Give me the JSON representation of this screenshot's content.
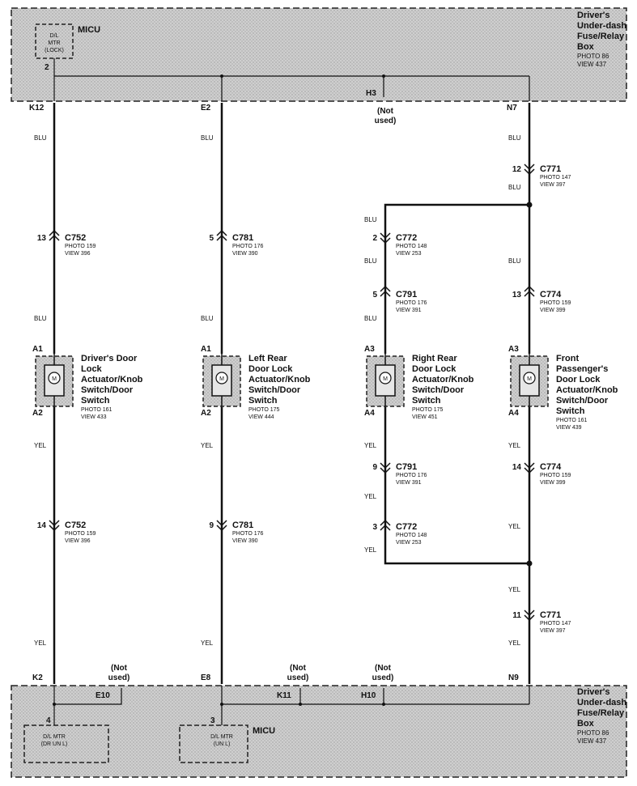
{
  "top_box": {
    "label": "MICU",
    "title_lines": [
      "Driver's",
      "Under-dash",
      "Fuse/Relay",
      "Box"
    ],
    "photo": "PHOTO 86",
    "view": "VIEW 437",
    "component_lines": [
      "D/L",
      "MTR",
      "(LOCK)"
    ],
    "pin": "2"
  },
  "bottom_box": {
    "label": "MICU",
    "title_lines": [
      "Driver's",
      "Under-dash",
      "Fuse/Relay",
      "Box"
    ],
    "photo": "PHOTO 86",
    "view": "VIEW 437",
    "left_component_lines": [
      "D/L MTR",
      "(DR UN L)"
    ],
    "right_component_lines": [
      "D/L MTR",
      "(UN L)"
    ],
    "pin_left": "4",
    "pin_right": "3"
  },
  "top_terminals": [
    {
      "id": "K12"
    },
    {
      "id": "E2"
    },
    {
      "id": "H3",
      "note_lines": [
        "(Not",
        "used)"
      ]
    },
    {
      "id": "N7"
    }
  ],
  "bottom_terminals": [
    {
      "id": "K2"
    },
    {
      "id": "E10",
      "note_lines": [
        "(Not",
        "used)"
      ]
    },
    {
      "id": "E8"
    },
    {
      "id": "K11",
      "note_lines": [
        "(Not",
        "used)"
      ]
    },
    {
      "id": "H10",
      "note_lines": [
        "(Not",
        "used)"
      ]
    },
    {
      "id": "N9"
    }
  ],
  "wire_colors": {
    "blu": "BLU",
    "yel": "YEL"
  },
  "connectors": [
    {
      "pin": "13",
      "name": "C752",
      "photo": "PHOTO 159",
      "view": "VIEW 396"
    },
    {
      "pin": "5",
      "name": "C781",
      "photo": "PHOTO 176",
      "view": "VIEW 390"
    },
    {
      "pin": "2",
      "name": "C772",
      "photo": "PHOTO 148",
      "view": "VIEW 253"
    },
    {
      "pin": "5",
      "name": "C791",
      "photo": "PHOTO 176",
      "view": "VIEW 391"
    },
    {
      "pin": "12",
      "name": "C771",
      "photo": "PHOTO 147",
      "view": "VIEW 397"
    },
    {
      "pin": "13",
      "name": "C774",
      "photo": "PHOTO 159",
      "view": "VIEW 399"
    },
    {
      "pin": "14",
      "name": "C752",
      "photo": "PHOTO 159",
      "view": "VIEW 396"
    },
    {
      "pin": "9",
      "name": "C781",
      "photo": "PHOTO 176",
      "view": "VIEW 390"
    },
    {
      "pin": "9",
      "name": "C791",
      "photo": "PHOTO 176",
      "view": "VIEW 391"
    },
    {
      "pin": "3",
      "name": "C772",
      "photo": "PHOTO 148",
      "view": "VIEW 253"
    },
    {
      "pin": "14",
      "name": "C774",
      "photo": "PHOTO 159",
      "view": "VIEW 399"
    },
    {
      "pin": "11",
      "name": "C771",
      "photo": "PHOTO 147",
      "view": "VIEW 397"
    }
  ],
  "switches": [
    {
      "top_pin": "A1",
      "bottom_pin": "A2",
      "name_lines": [
        "Driver's Door",
        "Lock",
        "Actuator/Knob",
        "Switch/Door",
        "Switch"
      ],
      "photo": "PHOTO 161",
      "view": "VIEW 433"
    },
    {
      "top_pin": "A1",
      "bottom_pin": "A2",
      "name_lines": [
        "Left Rear",
        "Door Lock",
        "Actuator/Knob",
        "Switch/Door",
        "Switch"
      ],
      "photo": "PHOTO 175",
      "view": "VIEW 444"
    },
    {
      "top_pin": "A3",
      "bottom_pin": "A4",
      "name_lines": [
        "Right Rear",
        "Door Lock",
        "Actuator/Knob",
        "Switch/Door",
        "Switch"
      ],
      "photo": "PHOTO 175",
      "view": "VIEW 451"
    },
    {
      "top_pin": "A3",
      "bottom_pin": "A4",
      "name_lines": [
        "Front",
        "Passenger's",
        "Door Lock",
        "Actuator/Knob",
        "Switch/Door",
        "Switch"
      ],
      "photo": "PHOTO 161",
      "view": "VIEW 439"
    }
  ],
  "motor_symbol": "M"
}
